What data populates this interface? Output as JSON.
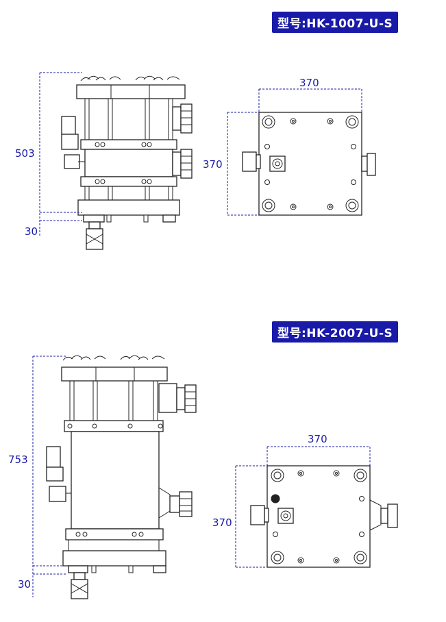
{
  "model_1": {
    "label": "型号:HK-1007-U-S",
    "height_dim": "503",
    "base_dim": "30",
    "width_dim": "370",
    "depth_dim": "370"
  },
  "model_2": {
    "label": "型号:HK-2007-U-S",
    "height_dim": "753",
    "base_dim": "30",
    "width_dim": "370",
    "depth_dim": "370"
  },
  "colors": {
    "accent": "#1a1aa8",
    "line": "#222222"
  }
}
